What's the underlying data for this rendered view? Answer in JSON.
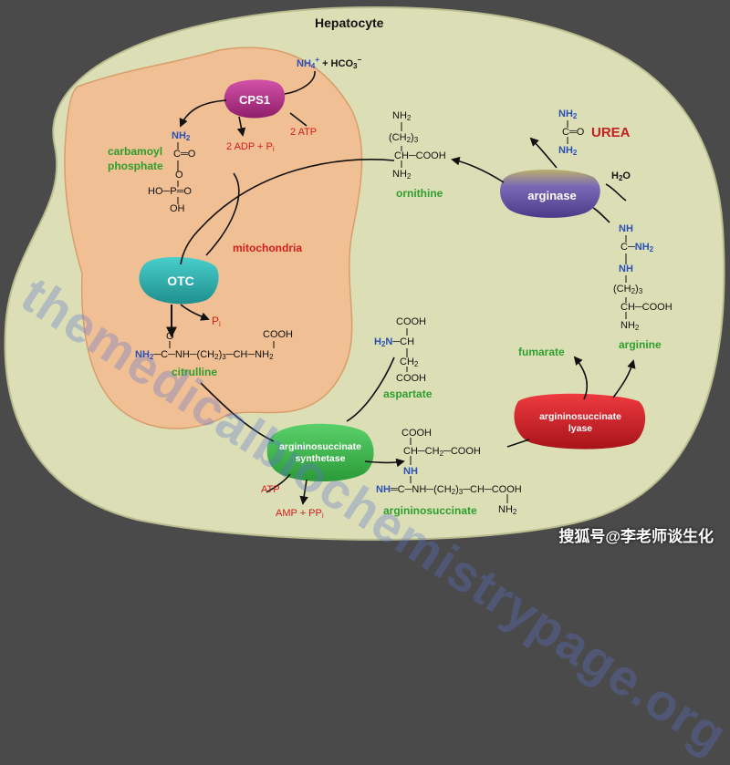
{
  "title": "Hepatocyte",
  "compartment": "mitochondria",
  "enzymes": {
    "cps1": "CPS1",
    "otc": "OTC",
    "ass_line1": "argininosuccinate",
    "ass_line2": "synthetase",
    "asl_line1": "argininosuccinate",
    "asl_line2": "lyase",
    "arginase": "arginase"
  },
  "metabolites": {
    "carbamoyl_line1": "carbamoyl",
    "carbamoyl_line2": "phosphate",
    "citrulline": "citrulline",
    "aspartate": "aspartate",
    "argininosuccinate": "argininosuccinate",
    "fumarate": "fumarate",
    "arginine": "arginine",
    "ornithine": "ornithine",
    "urea": "UREA"
  },
  "reagents": {
    "nh4": "NH",
    "nh4_sub": "4",
    "nh4_sup": "+",
    "plus_hco3": "+ HCO",
    "hco3_sub": "3",
    "hco3_sup": "−",
    "atp2": "2 ATP",
    "adp_pi": "2 ADP + P",
    "adp_pi_sub": "i",
    "pi": "P",
    "pi_sub": "i",
    "atp": "ATP",
    "amp_ppi": "AMP + PP",
    "amp_ppi_sub": "i",
    "h2o": "H",
    "h2o_sub": "2",
    "h2o_end": "O"
  },
  "watermark": "themedicalbiochemistrypage.org",
  "credit": "搜狐号@李老师谈生化",
  "colors": {
    "background": "#4a4a4a",
    "cell": "#dcdfb6",
    "mitochondria": "#f0bf93",
    "cps1": "#b8338d",
    "otc": "#2fb5b4",
    "ass": "#3bb84a",
    "asl": "#d81f28",
    "arginase": "#6a5aa8",
    "metabolite_label": "#2e9e2e",
    "cofactor_label": "#d11d1d",
    "nitrogen": "#2a4fb5"
  }
}
